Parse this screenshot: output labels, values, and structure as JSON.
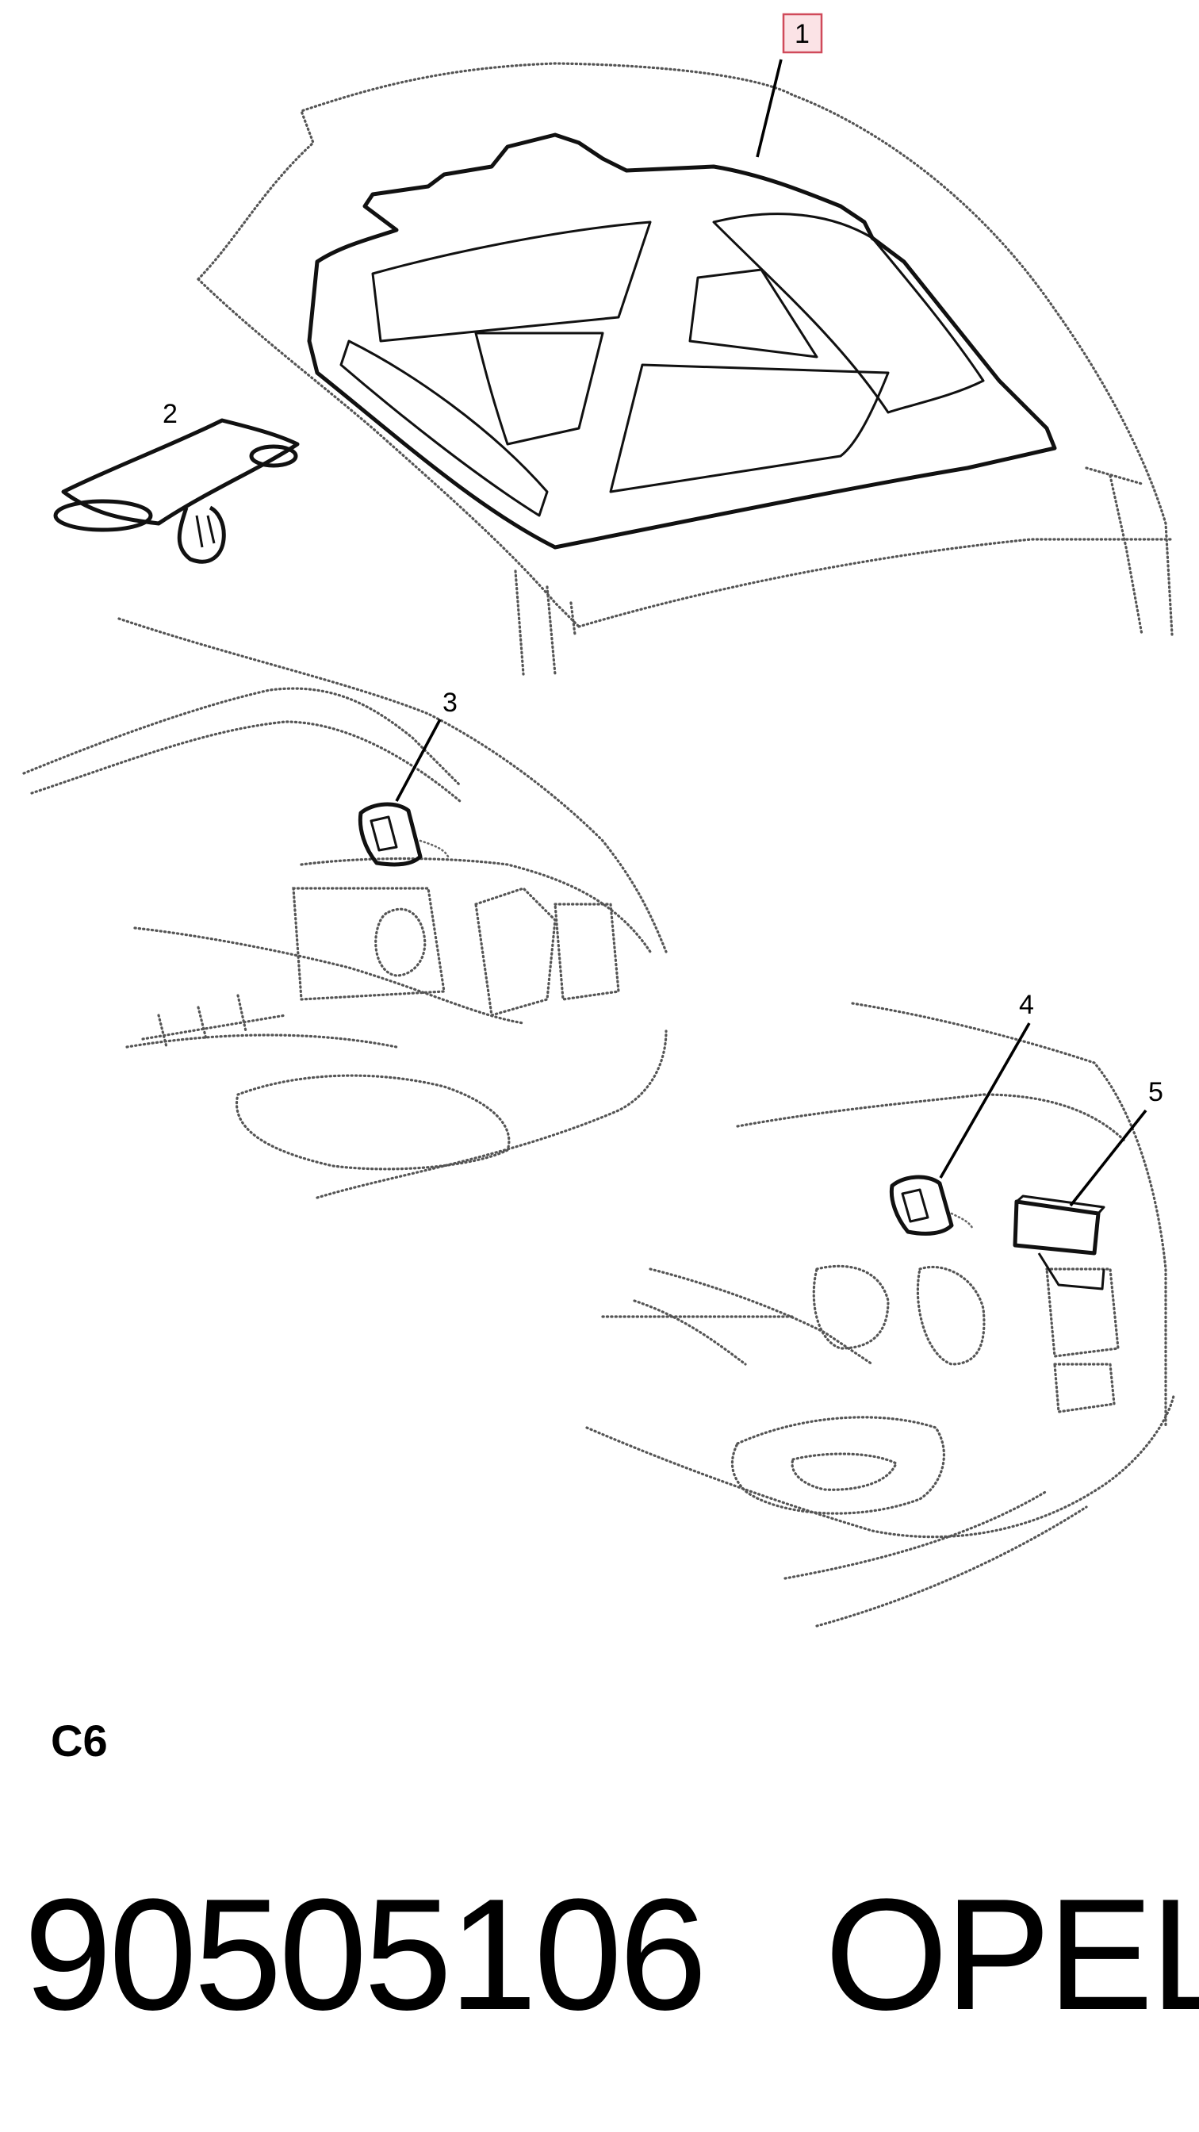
{
  "diagram": {
    "callouts": [
      {
        "id": "1",
        "label": "1",
        "highlighted": true
      },
      {
        "id": "2",
        "label": "2"
      },
      {
        "id": "3",
        "label": "3"
      },
      {
        "id": "4",
        "label": "4"
      },
      {
        "id": "5",
        "label": "5"
      }
    ],
    "highlight_color": "#d04a5a"
  },
  "footer": {
    "section_code": "C6",
    "part_number": "90505106",
    "brand": "OPEL"
  }
}
